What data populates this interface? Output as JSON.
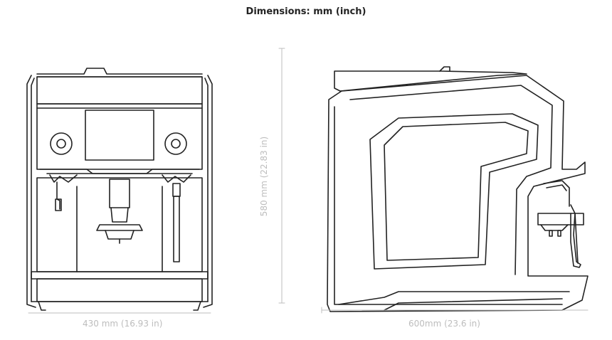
{
  "title": "Dimensions: mm (inch)",
  "dimensions": {
    "width": "430 mm (16.93 in)",
    "height": "580 mm (22.83 in)",
    "depth": "600mm (23.6 in)"
  },
  "colors": {
    "line": "#222222",
    "dimension": "#bdbdbd"
  }
}
